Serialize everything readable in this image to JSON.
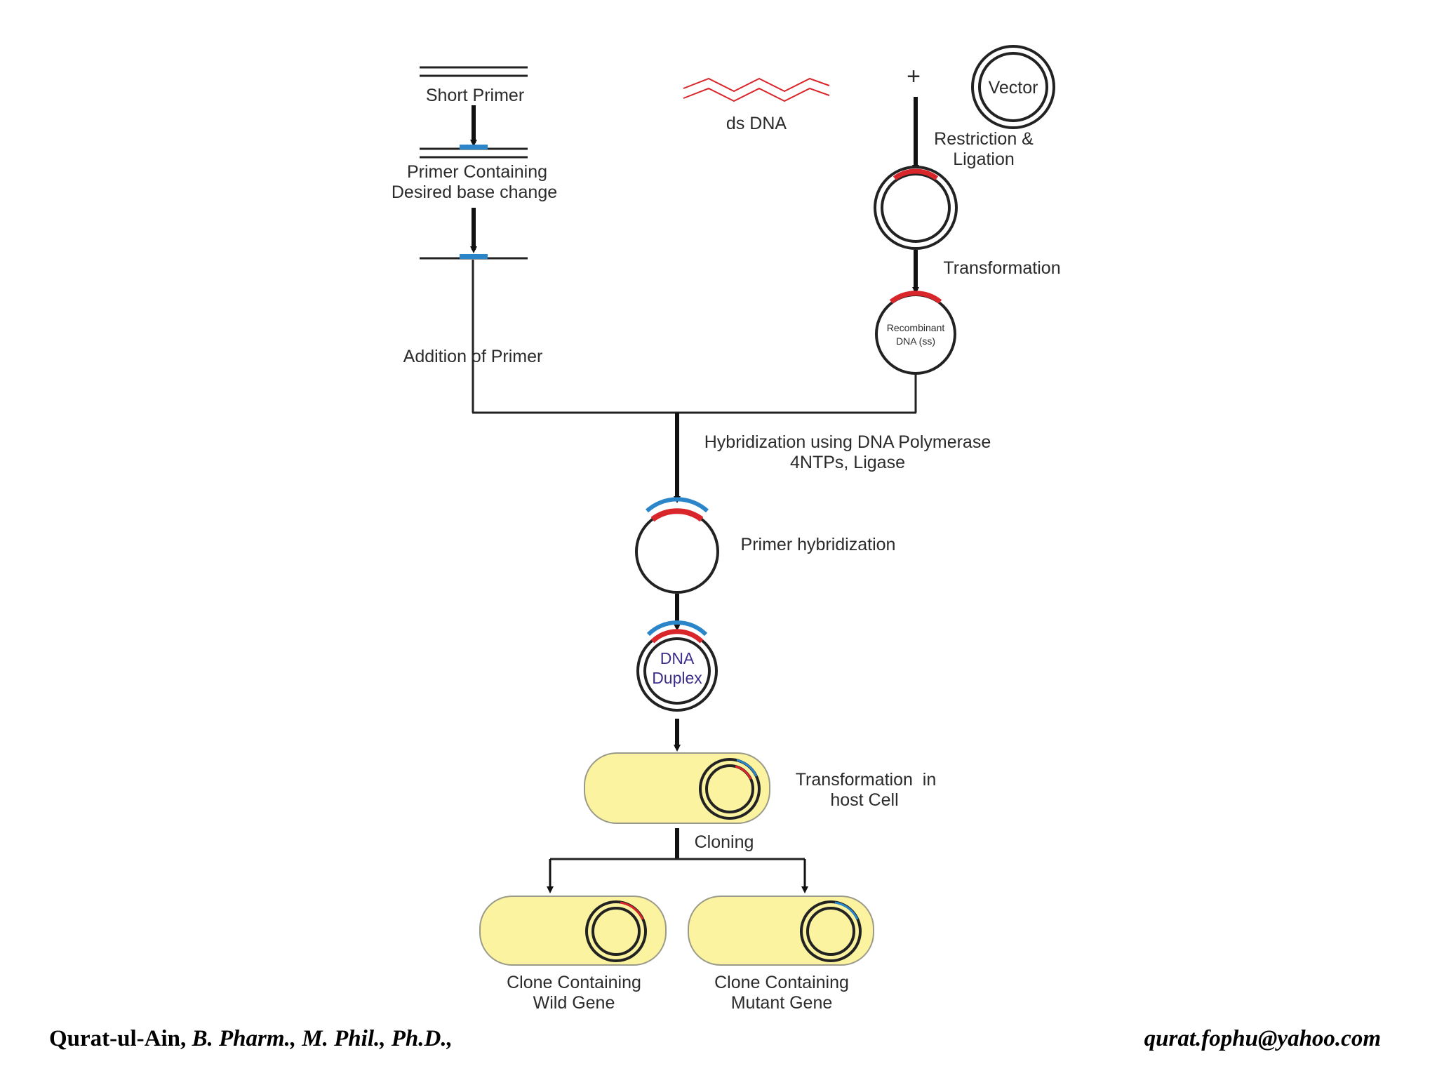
{
  "diagram": {
    "labels": {
      "short_primer": "Short Primer",
      "primer_containing": "Primer Containing",
      "desired_base_change": "Desired base change",
      "ds_dna": "ds DNA",
      "plus": "+",
      "vector": "Vector",
      "restriction": "Restriction &",
      "ligation": "Ligation",
      "transformation": "Transformation",
      "recombinant": "Recombinant",
      "dna_ss": "DNA (ss)",
      "addition_of_primer": "Addition of Primer",
      "hybridization_line1": "Hybridization using DNA Polymerase",
      "hybridization_line2": "4NTPs, Ligase",
      "primer_hybridization": "Primer hybridization",
      "dna": "DNA",
      "duplex": "Duplex",
      "transformation_in": "Transformation  in",
      "host_cell": "host Cell",
      "cloning": "Cloning",
      "clone_containing_wild": "Clone Containing",
      "wild_gene": "Wild Gene",
      "clone_containing_mutant": "Clone Containing",
      "mutant_gene": "Mutant Gene"
    },
    "colors": {
      "line": "#111111",
      "primer_blue": "#2a86c9",
      "dna_red": "#d8262a",
      "cell_fill": "#fbf3a0",
      "cell_stroke": "#9a9a8a",
      "duplex_text": "#3b2f8a"
    }
  },
  "footer": {
    "author": "Qurat-ul-Ain,",
    "qualifications": "B. Pharm., M. Phil., Ph.D.,",
    "email": "qurat.fophu@yahoo.com"
  }
}
